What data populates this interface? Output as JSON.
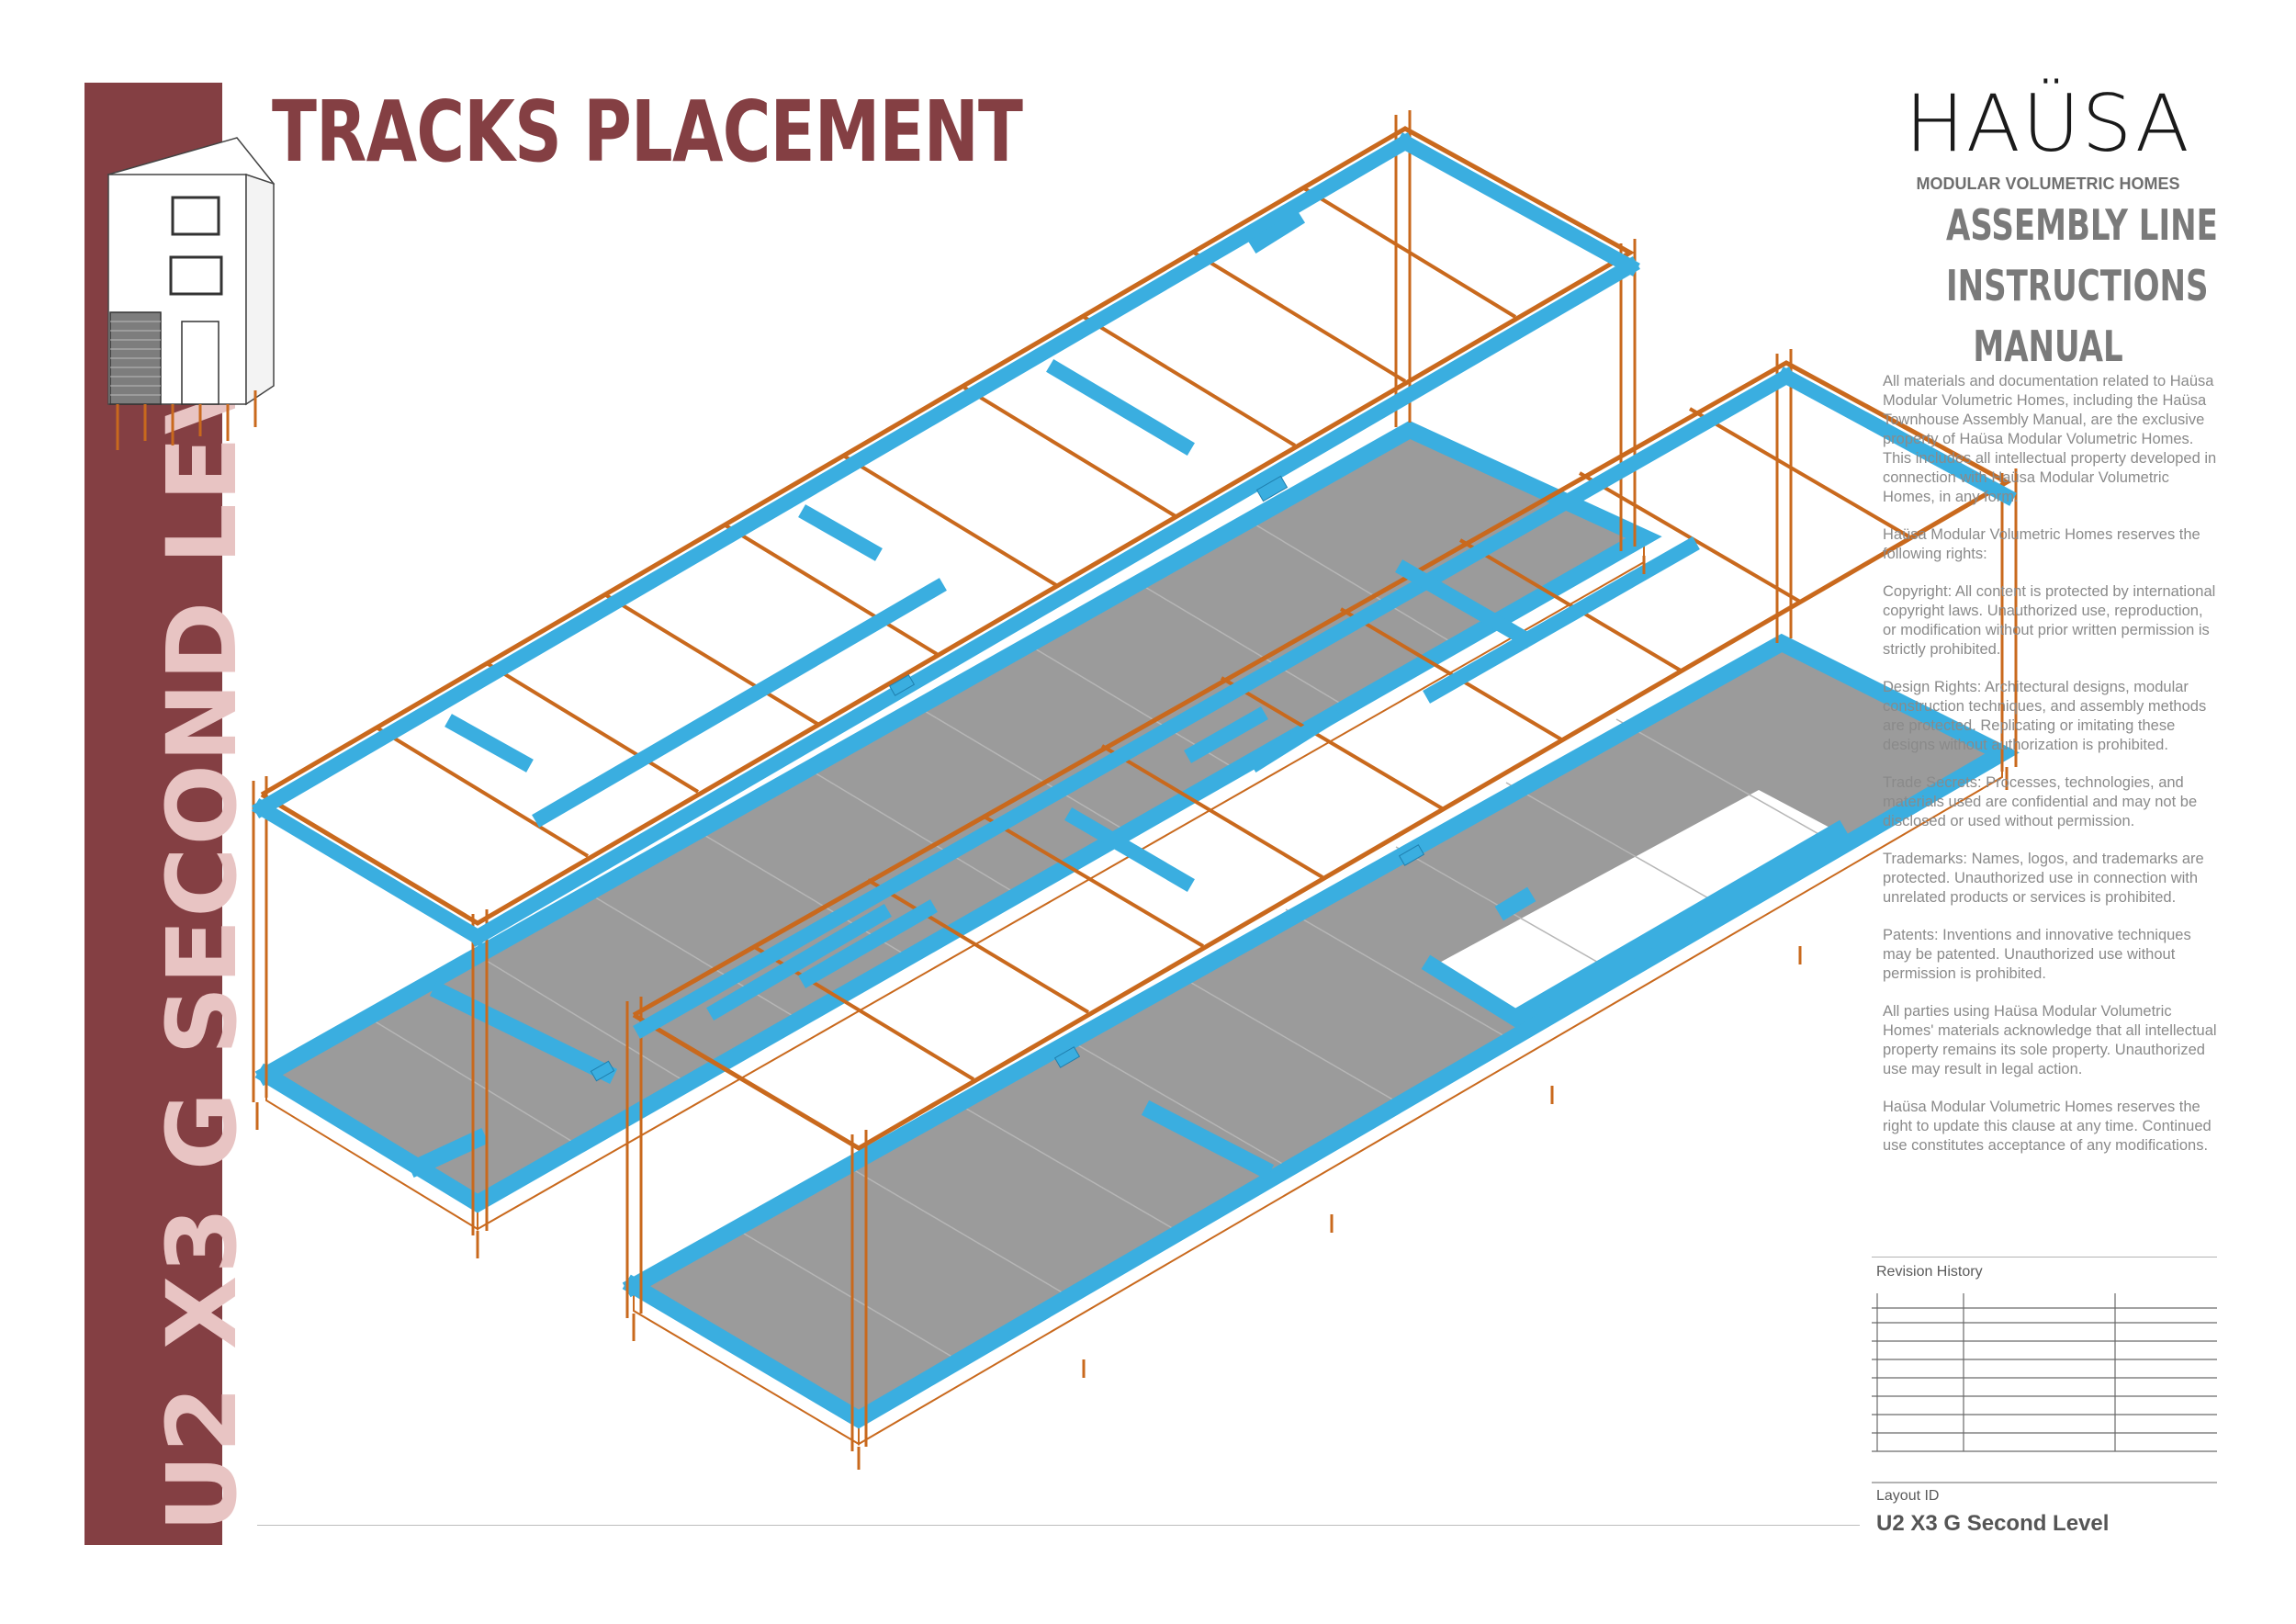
{
  "header": {
    "title": "TRACKS PLACEMENT",
    "side_title": "U2 X3 G SECOND LEVEL"
  },
  "brand": {
    "logo": "HAÜSA",
    "subtitle": "MODULAR VOLUMETRIC HOMES",
    "manual_lines": [
      "ASSEMBLY LINE",
      "INSTRUCTIONS",
      "MANUAL"
    ]
  },
  "legal": {
    "paragraphs": [
      "All materials and documentation related to Haüsa Modular Volumetric Homes, including the Haüsa Townhouse Assembly Manual, are the exclusive property of Haüsa Modular Volumetric Homes. This includes all intellectual property developed in connection with Haüsa Modular Volumetric Homes, in any form.",
      "Haüsa Modular Volumetric Homes reserves the following rights:",
      "Copyright: All content is protected by international copyright laws. Unauthorized use, reproduction, or modification without prior written permission is strictly prohibited.",
      "Design Rights: Architectural designs, modular construction techniques, and assembly methods are protected. Replicating or imitating these designs without authorization is prohibited.",
      "Trade Secrets: Processes, technologies, and materials used are confidential and may not be disclosed or used without permission.",
      "Trademarks: Names, logos, and trademarks are protected. Unauthorized use in connection with unrelated products or services is prohibited.",
      "Patents: Inventions and innovative techniques may be patented. Unauthorized use without permission is prohibited.",
      "All parties using Haüsa Modular Volumetric Homes' materials acknowledge that all intellectual property remains its sole property. Unauthorized use may result in legal action.",
      "Haüsa Modular Volumetric Homes reserves the right to update this clause at any time. Continued use constitutes acceptance of any modifications."
    ]
  },
  "revision": {
    "label": "Revision History"
  },
  "layout": {
    "label": "Layout ID",
    "id": "U2 X3 G Second Level"
  },
  "colors": {
    "band": "#843f43",
    "band_text": "#e8c4c3",
    "title": "#843f43",
    "track_blue": "#3aaee0",
    "frame_orange": "#d2691e",
    "floor_gray": "#9b9b9b"
  }
}
